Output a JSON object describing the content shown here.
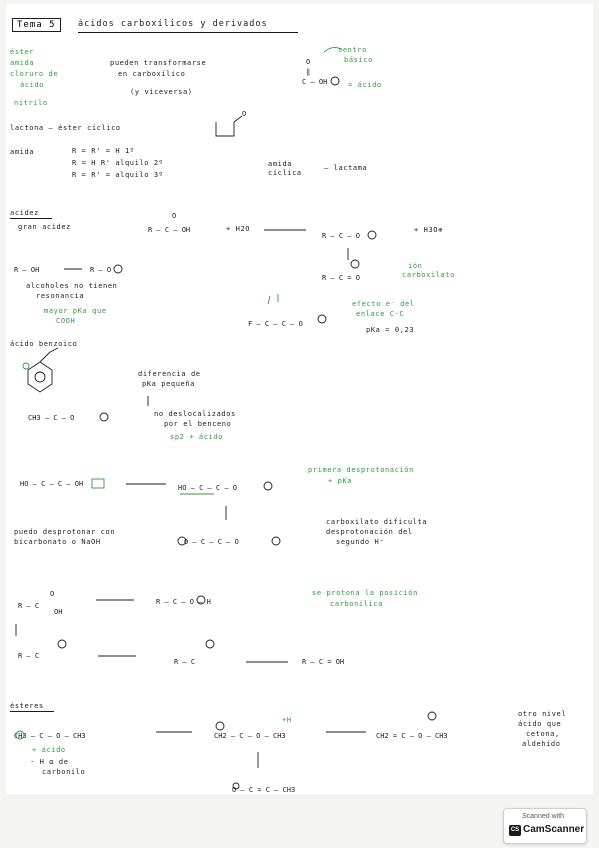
{
  "notes": {
    "title": "Tema 5",
    "subtitle": "ácidos carboxílicos y derivados",
    "l01": "éster",
    "l02": "amida",
    "l03": "cloruro de",
    "l04": "ácido",
    "l05": "nitrilo",
    "l06": "pueden transformarse",
    "l07": "en carboxílico",
    "l08": "(y viceversa)",
    "l09": "centro",
    "l10": "básico",
    "l11": "= ácido",
    "l12": "lactona — éster cíclico",
    "l13": "amida",
    "l14": "R = R' = H  1º",
    "l15": "R = H  R' alquilo 2º",
    "l16": "R = R' = alquilo 3º",
    "l17": "amida",
    "l18": "cíclica",
    "l19": "— lactama",
    "l20": "acidez",
    "l21": "gran acidez",
    "l22": "+ H2O",
    "l23": "+ H3O⊕",
    "l24": "ión",
    "l25": "carboxilato",
    "l26": "alcoholes no tienen",
    "l27": "resonancia",
    "l28": "mayor pKa que",
    "l29": "COOH",
    "l30": "efecto e⁻ del",
    "l31": "enlace C-C",
    "l32": "pKa = 0,23",
    "l33": "ácido benzoico",
    "l34": "diferencia de",
    "l35": "pKa pequeña",
    "l36": "no deslocalizados",
    "l37": "por el benceno",
    "l38": "sp2 + ácido",
    "l39": "primera desprotonación",
    "l40": "+ pKa",
    "l41": "puedo desprotonar con",
    "l42": "bicarbonato o NaOH",
    "l43": "carboxilato dificulta",
    "l44": "desprotonación del",
    "l45": "segundo H⁺",
    "l46": "se protona la posición",
    "l47": "carbonílica",
    "l48": "ésteres",
    "l49": "+ ácido",
    "l50": "· H α de",
    "l51": "carbonilo",
    "l52": "+H",
    "l53": "otro nivel",
    "l54": "ácido que",
    "l55": "cetona,",
    "l56": "aldehído"
  },
  "badge": {
    "line1": "Scanned with",
    "logo": "CS",
    "brand": "CamScanner"
  }
}
